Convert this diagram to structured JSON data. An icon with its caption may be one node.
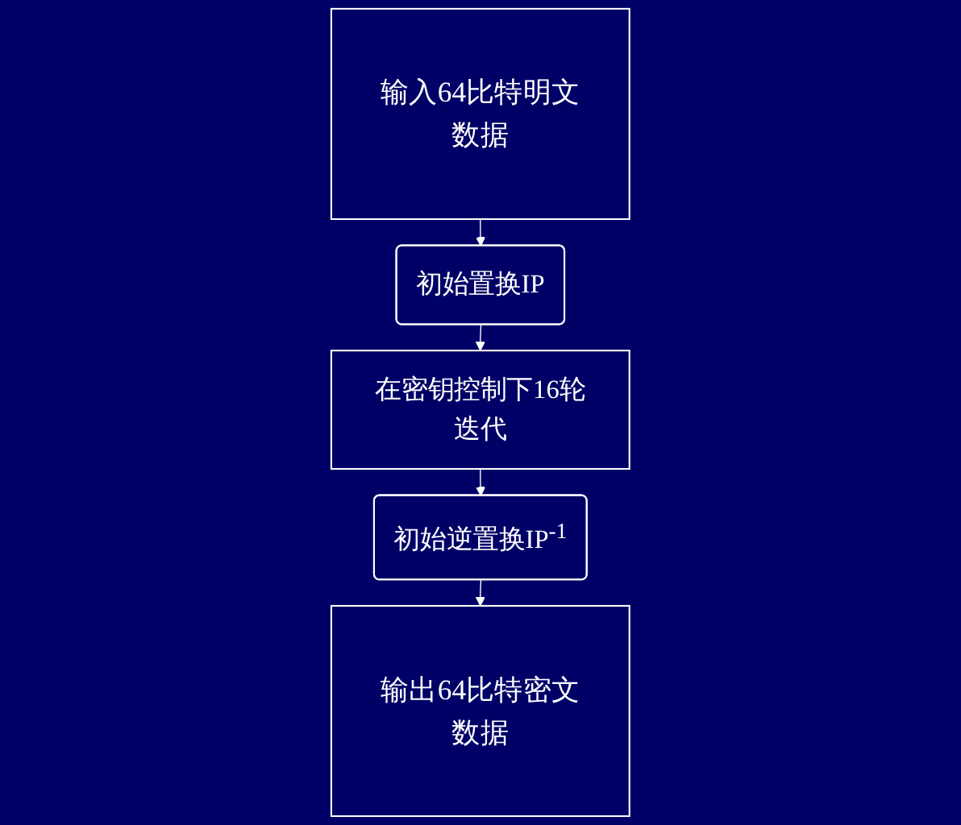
{
  "diagram": {
    "nodes": [
      {
        "text": [
          "输入64比特明文数据"
        ]
      },
      {
        "text": [
          "初始置换IP"
        ]
      },
      {
        "text": [
          "在密钥控制下16轮迭代"
        ]
      },
      {
        "text": [
          "初始逆置换IP$^{-1}$"
        ]
      },
      {
        "text": [
          "输出64比特密文数据"
        ]
      }
    ],
    "edges": [
      {
        "from": 0,
        "to": 1,
        "arrow": "to"
      },
      {
        "from": 1,
        "to": 2,
        "arrow": "to"
      },
      {
        "from": 2,
        "to": 3,
        "arrow": "to"
      },
      {
        "from": 3,
        "to": 4,
        "arrow": "to"
      }
    ]
  }
}
